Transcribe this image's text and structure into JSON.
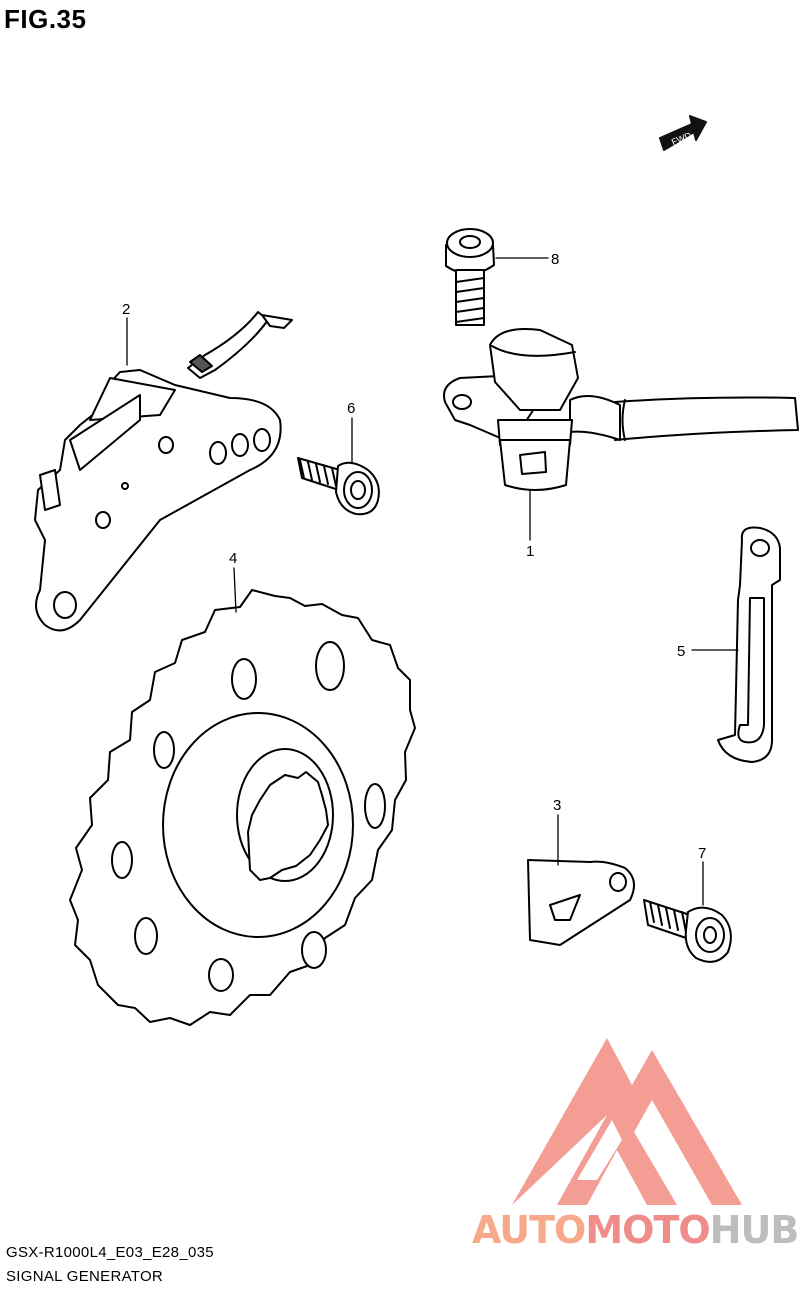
{
  "figure": {
    "title": "FIG.35"
  },
  "fwd_badge": {
    "label": "FWD"
  },
  "callouts": [
    {
      "id": "1",
      "label": "1"
    },
    {
      "id": "2",
      "label": "2"
    },
    {
      "id": "3",
      "label": "3"
    },
    {
      "id": "4",
      "label": "4"
    },
    {
      "id": "5",
      "label": "5"
    },
    {
      "id": "6",
      "label": "6"
    },
    {
      "id": "7",
      "label": "7"
    },
    {
      "id": "8",
      "label": "8"
    }
  ],
  "footer": {
    "code": "GSX-R1000L4_E03_E28_035",
    "name": "SIGNAL GENERATOR"
  },
  "watermark": {
    "part1": "AUTO",
    "part2": "MOTO",
    "part3": "HUB",
    "colors": {
      "auto": "#f7a98c",
      "moto": "#f08d8b",
      "hub": "#bdbdbd",
      "logo": "#f28c82"
    }
  }
}
